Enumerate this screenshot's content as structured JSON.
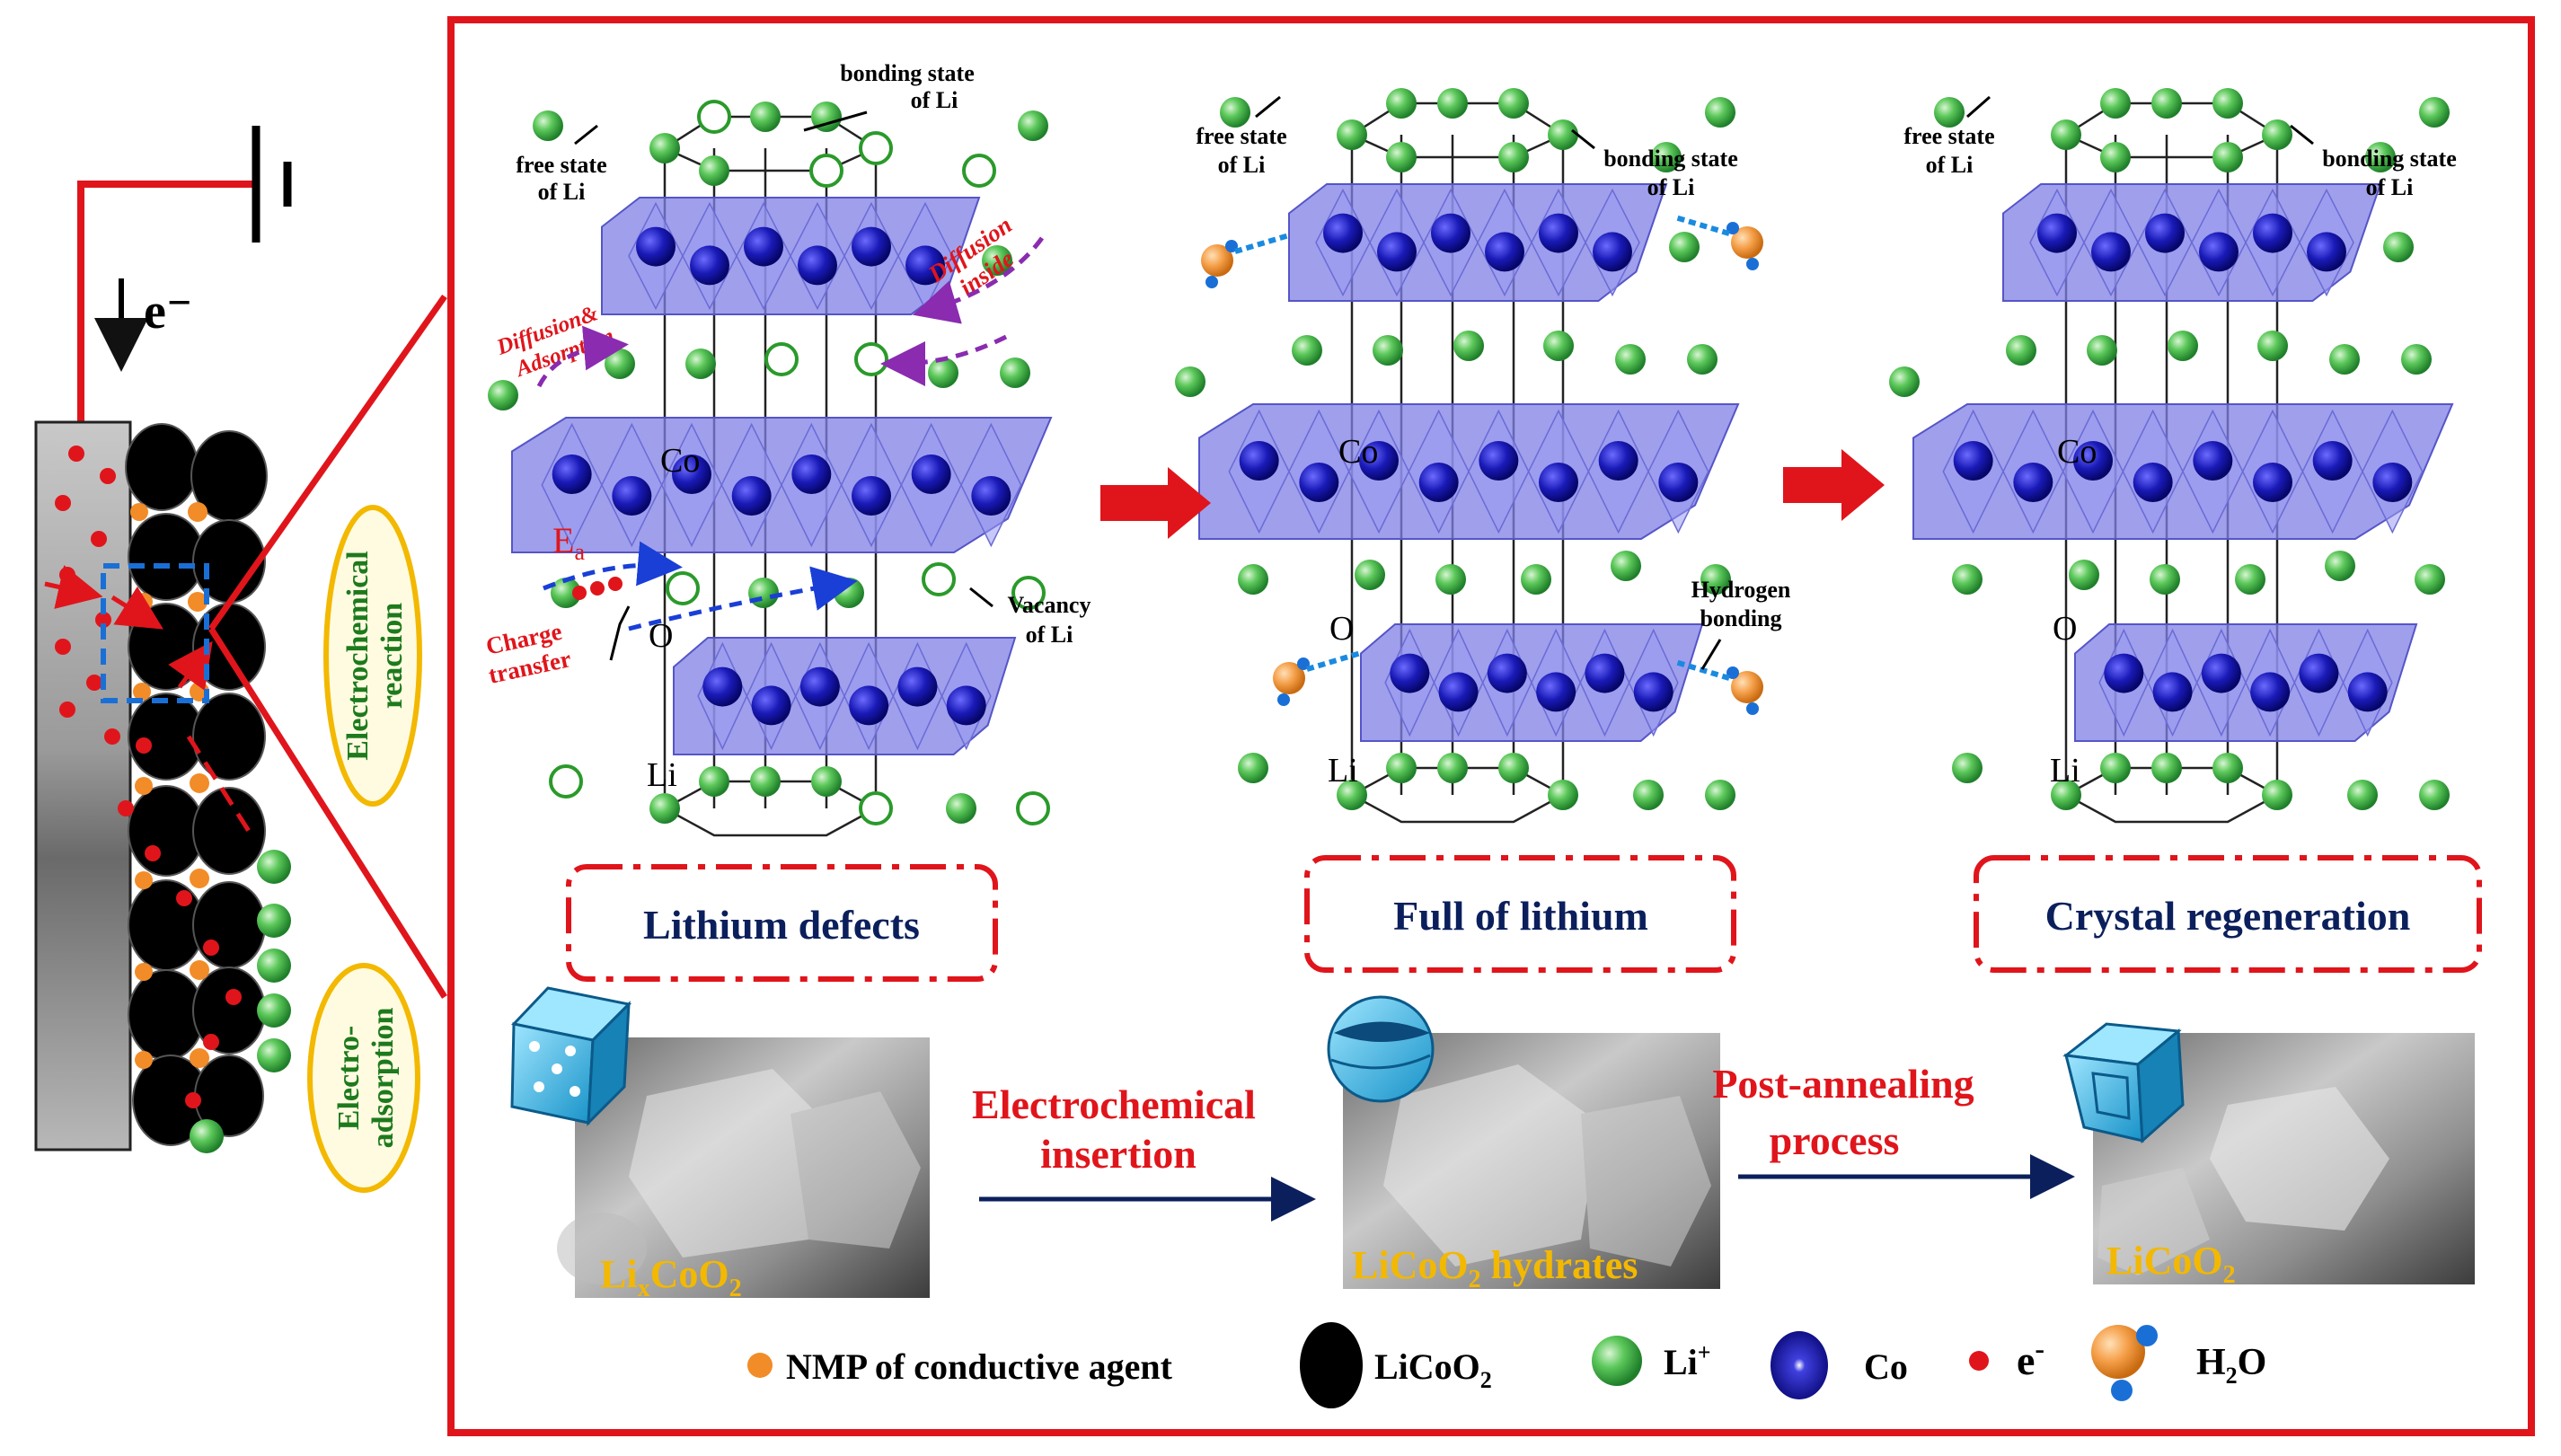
{
  "left_panel": {
    "electron_label": "e⁻",
    "reaction_label_line1": "Electrochemical",
    "reaction_label_line2": "reaction",
    "adsorption_label_line1": "Electro-",
    "adsorption_label_line2": "adsorption"
  },
  "stage1": {
    "label": "Lithium defects",
    "bonding_state_line1": "bonding state",
    "bonding_state_line2": "of Li",
    "free_state_line1": "free state",
    "free_state_line2": "of Li",
    "diffusion_inside_line1": "Diffusion",
    "diffusion_inside_line2": "inside",
    "diffusion_adsorption_line1": "Diffusion&",
    "diffusion_adsorption_line2": "Adsorption",
    "co_label": "Co",
    "o_label": "O",
    "li_label": "Li",
    "ea_label": "E",
    "ea_sub": "a",
    "charge_transfer_line1": "Charge",
    "charge_transfer_line2": "transfer",
    "vacancy_line1": "Vacancy",
    "vacancy_line2": "of Li"
  },
  "stage2": {
    "label": "Full of lithium",
    "free_state_line1": "free state",
    "free_state_line2": "of Li",
    "bonding_state_line1": "bonding state",
    "bonding_state_line2": "of Li",
    "co_label": "Co",
    "o_label": "O",
    "li_label": "Li",
    "hydrogen_line1": "Hydrogen",
    "hydrogen_line2": "bonding"
  },
  "stage3": {
    "label": "Crystal regeneration",
    "free_state_line1": "free state",
    "free_state_line2": "of Li",
    "bonding_state_line1": "bonding state",
    "bonding_state_line2": "of Li",
    "co_label": "Co",
    "o_label": "O",
    "li_label": "Li"
  },
  "process": {
    "step1_line1": "Electrochemical",
    "step1_line2": "insertion",
    "step2_line1": "Post-annealing",
    "step2_line2": "process",
    "sem1_prefix": "Li",
    "sem1_sub1": "x",
    "sem1_mid": "CoO",
    "sem1_sub2": "2",
    "sem2_prefix": "LiCoO",
    "sem2_sub": "2",
    "sem2_suffix": " hydrates",
    "sem3_prefix": "LiCoO",
    "sem3_sub": "2"
  },
  "legend": {
    "nmp": "NMP of conductive agent",
    "licoo2_prefix": "LiCoO",
    "licoo2_sub": "2",
    "li_ion": "Li",
    "li_sup": "+",
    "co": "Co",
    "electron": "e",
    "electron_sup": "-",
    "water_prefix": "H",
    "water_sub": "2",
    "water_suffix": "O"
  },
  "colors": {
    "frame_red": "#e0151b",
    "arrow_red": "#e0151b",
    "navy": "#0b1f5c",
    "li_green": "#3cb043",
    "co_blue": "#1a1aa6",
    "octahedron": "#7f7fe6",
    "nmp_orange": "#f28c28",
    "label_yellow": "#f3b800",
    "label_green": "#1d7a1d"
  }
}
